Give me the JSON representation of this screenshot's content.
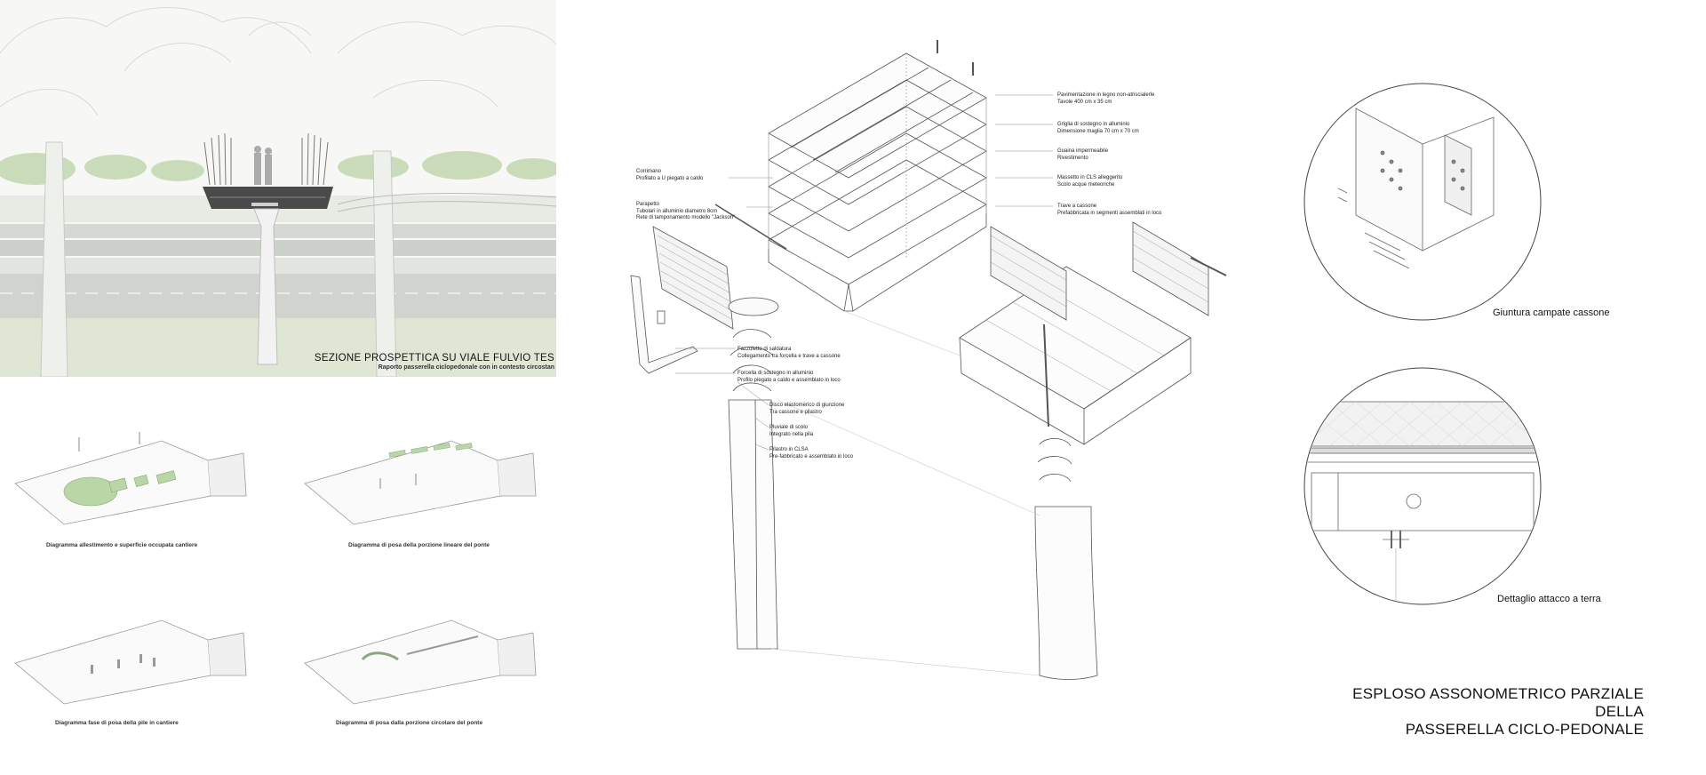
{
  "section": {
    "title": "SEZIONE PROSPETTICA SU VIALE FULVIO TES",
    "subtitle": "Raporto passerella ciclopedonale con in contesto circostan"
  },
  "diagrams": [
    {
      "caption": "Diagramma allestimento e superficie occupata cantiere"
    },
    {
      "caption": "Diagramma di posa della porzione lineare del ponte"
    },
    {
      "caption": "Diagramma fase di posa della pile in cantiere"
    },
    {
      "caption": "Diagramma di posa dalla porzione circolare del ponte"
    }
  ],
  "left_labels": [
    {
      "line1": "Corrimano",
      "line2": "Profilato a U piegato a caldo",
      "line3": ""
    },
    {
      "line1": "Parapetto",
      "line2": "Tubolari in alluminio diametro 8cm",
      "line3": "Rete di tamponamento modello \"Jackson\""
    },
    {
      "line1": "Fazzoletto di saldatura",
      "line2": "Collegamento tra forcella e trave a cassone",
      "line3": ""
    },
    {
      "line1": "Forcella di sostegno in alluminio",
      "line2": "Profilo piegato a caldo e assemblato in loco",
      "line3": ""
    },
    {
      "line1": "Disco elastomerico di giunzione",
      "line2": "Tra cassone e pilastro",
      "line3": ""
    },
    {
      "line1": "Pluviale di scolo",
      "line2": "Integrato nella pila",
      "line3": ""
    },
    {
      "line1": "Pilastro in CLSA",
      "line2": "Pre-fabbricato e assemblato in loco",
      "line3": ""
    }
  ],
  "right_labels": [
    {
      "line1": "Pavimentazione in legno non-atriscialerle",
      "line2": "Tavole 400 cm x 35 cm"
    },
    {
      "line1": "Griglia di sostegno in alluminio",
      "line2": "Dimensione maglia 70 cm x 70 cm"
    },
    {
      "line1": "Guaina impermeabile",
      "line2": "Rivestimento"
    },
    {
      "line1": "Massetto in CLS alleggerito",
      "line2": "Scolo acque meteoriche"
    },
    {
      "line1": "Trave a cassone",
      "line2": "Prefabbricata in segmenti assemblati in loco"
    }
  ],
  "details": [
    {
      "caption": "Giuntura campate cassone"
    },
    {
      "caption": "Dettaglio attacco a terra"
    }
  ],
  "main_title": {
    "line1": "ESPLOSO ASSONOMETRICO PARZIALE DELLA",
    "line2": "PASSERELLA CICLO-PEDONALE"
  }
}
